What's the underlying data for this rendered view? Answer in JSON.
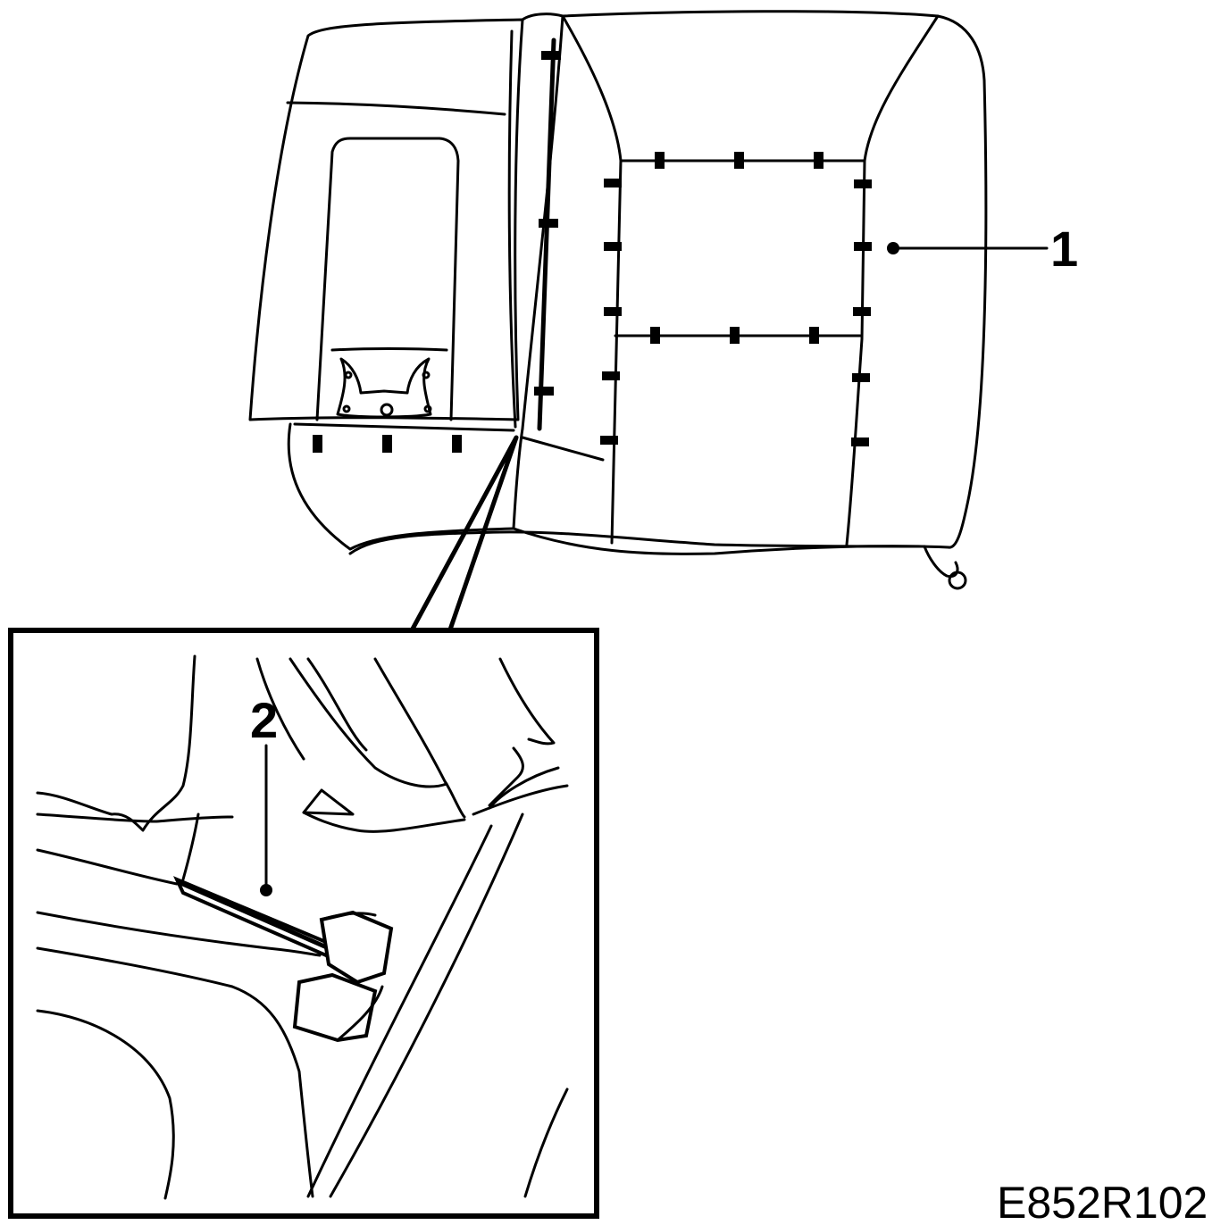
{
  "callouts": {
    "one": "1",
    "two": "2"
  },
  "figure_code": "E852R102",
  "colors": {
    "line": "#000000",
    "background": "#ffffff"
  }
}
